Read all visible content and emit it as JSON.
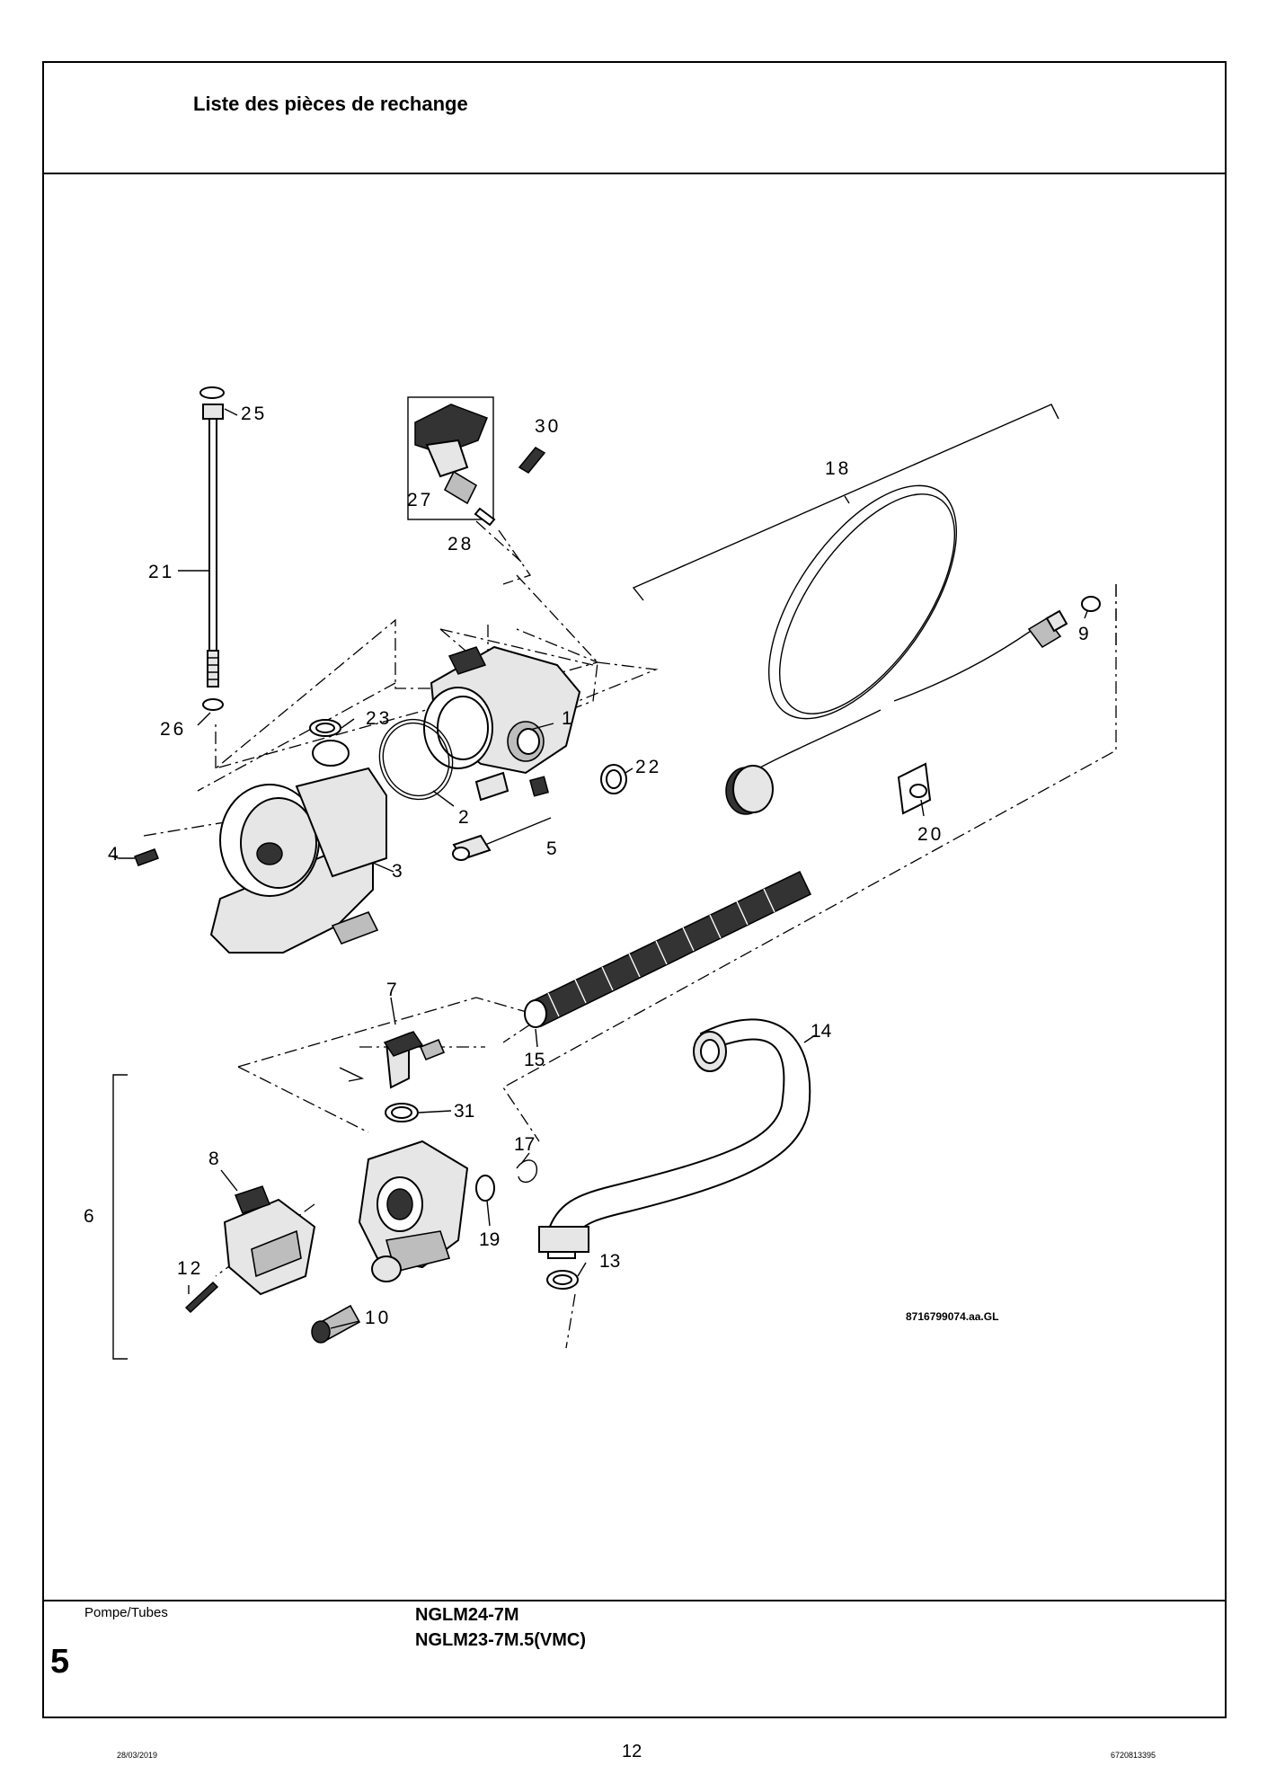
{
  "header": {
    "title": "Liste des pièces de rechange"
  },
  "footer": {
    "section_name": "Pompe/Tubes",
    "section_number": "5",
    "models": [
      "NGLM24-7M",
      "NGLM23-7M.5(VMC)"
    ],
    "date": "28/03/2019",
    "page_number": "12",
    "document_code": "6720813395"
  },
  "diagram": {
    "drawing_reference": "8716799074.aa.GL",
    "callouts": [
      "1",
      "2",
      "3",
      "4",
      "5",
      "6",
      "7",
      "8",
      "9",
      "10",
      "12",
      "13",
      "14",
      "15",
      "17",
      "18",
      "19",
      "20",
      "21",
      "22",
      "23",
      "25",
      "26",
      "27",
      "28",
      "30",
      "31"
    ]
  }
}
